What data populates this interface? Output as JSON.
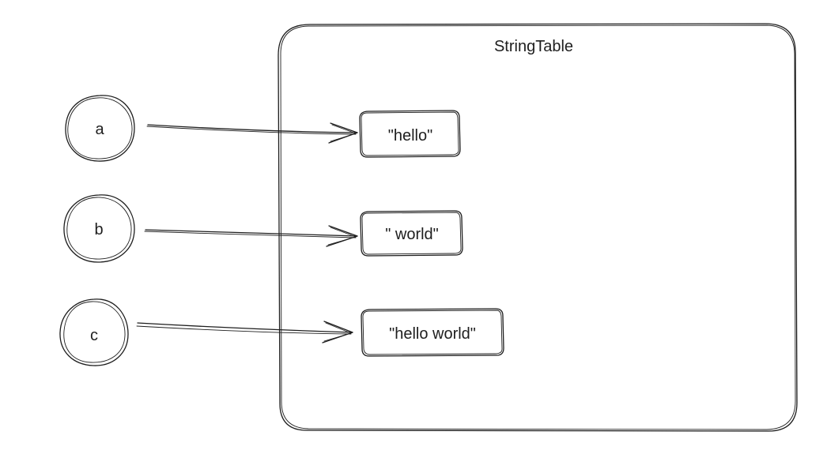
{
  "container": {
    "title": "StringTable"
  },
  "variables": [
    {
      "name": "a"
    },
    {
      "name": "b"
    },
    {
      "name": "c"
    }
  ],
  "strings": [
    {
      "value": "\"hello\""
    },
    {
      "value": "\" world\""
    },
    {
      "value": "\"hello world\""
    }
  ],
  "colors": {
    "stroke": "#1e1e1e",
    "background": "#ffffff"
  }
}
